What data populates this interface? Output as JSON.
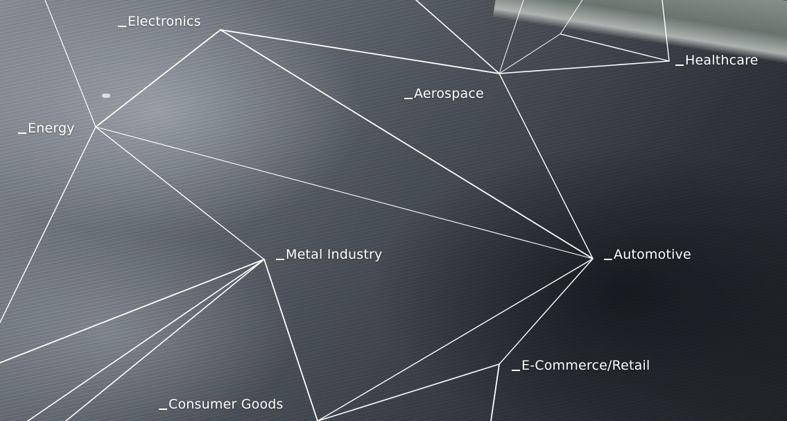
{
  "industries": [
    {
      "label": "Electronics"
    },
    {
      "label": "Aerospace"
    },
    {
      "label": "Healthcare"
    },
    {
      "label": "Energy"
    },
    {
      "label": "Metal Industry"
    },
    {
      "label": "Automotive"
    },
    {
      "label": "E-Commerce/Retail"
    },
    {
      "label": "Consumer Goods"
    }
  ],
  "colors": {
    "lines": "#ffffff",
    "labels": "#ffffff",
    "water": "#4b5259"
  }
}
